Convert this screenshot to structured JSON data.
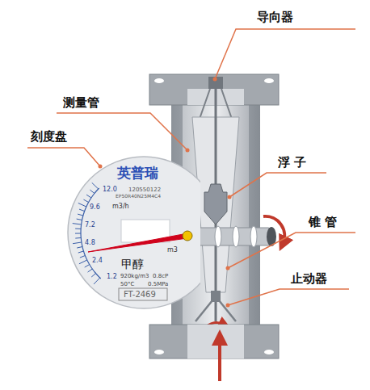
{
  "diagram": {
    "nodes": [
      {
        "text": [
          "英普瑞",
          "120550122",
          "EP50R40N25M4C4",
          "m3/h",
          "12.0",
          "9.6",
          "7.2",
          "4.8",
          "2.4",
          "1.2",
          "m3",
          "甲醇",
          "920kg/m3",
          "0.8cP",
          "50°C",
          "0.5MPa",
          "FT-2469"
        ]
      }
    ],
    "labels": [
      "导向器",
      "测量管",
      "刻度盘",
      "浮 子",
      "锥 管",
      "止动器"
    ]
  }
}
